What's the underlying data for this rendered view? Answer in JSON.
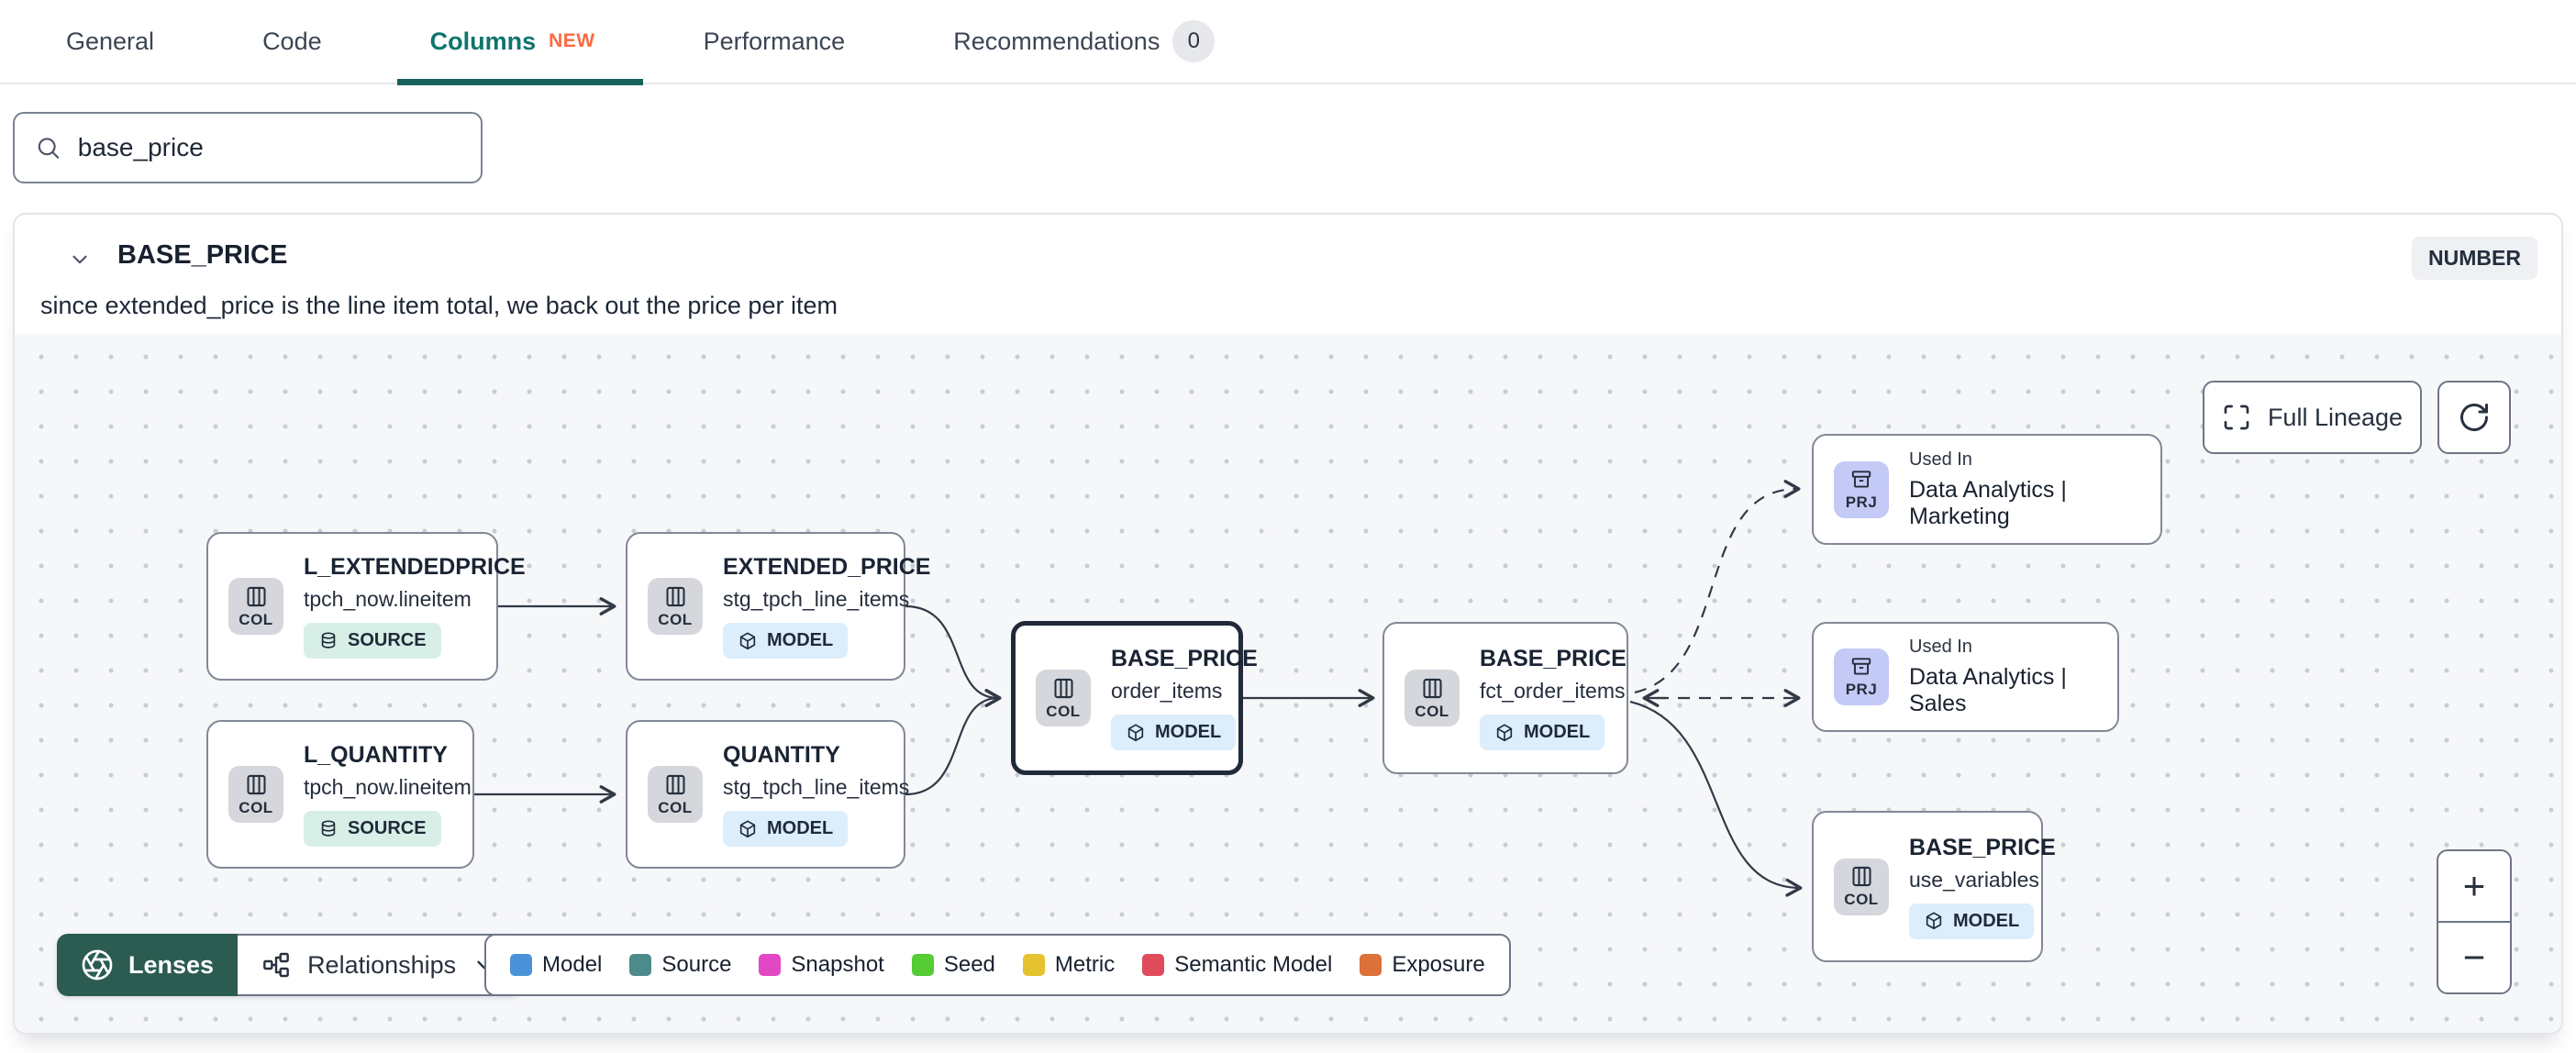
{
  "tabs": {
    "items": [
      {
        "label": "General"
      },
      {
        "label": "Code"
      },
      {
        "label": "Columns",
        "badge": "NEW",
        "active": true
      },
      {
        "label": "Performance"
      },
      {
        "label": "Recommendations",
        "count": "0"
      }
    ]
  },
  "search": {
    "value": "base_price"
  },
  "column_panel": {
    "title": "BASE_PRICE",
    "type_badge": "NUMBER",
    "description": "since extended_price is the line item total, we back out the price per item"
  },
  "lineage": {
    "controls": {
      "full_lineage": "Full Lineage",
      "zoom_in": "+",
      "zoom_out": "−",
      "lenses": "Lenses",
      "relationships": "Relationships"
    },
    "nodes": [
      {
        "kind": "COL",
        "title": "L_EXTENDEDPRICE",
        "subtitle": "tpch_now.lineitem",
        "badge": "SOURCE"
      },
      {
        "kind": "COL",
        "title": "EXTENDED_PRICE",
        "subtitle": "stg_tpch_line_items",
        "badge": "MODEL"
      },
      {
        "kind": "COL",
        "title": "L_QUANTITY",
        "subtitle": "tpch_now.lineitem",
        "badge": "SOURCE"
      },
      {
        "kind": "COL",
        "title": "QUANTITY",
        "subtitle": "stg_tpch_line_items",
        "badge": "MODEL"
      },
      {
        "kind": "COL",
        "title": "BASE_PRICE",
        "subtitle": "order_items",
        "badge": "MODEL",
        "selected": true
      },
      {
        "kind": "COL",
        "title": "BASE_PRICE",
        "subtitle": "fct_order_items",
        "badge": "MODEL"
      },
      {
        "kind": "PRJ",
        "label": "Used In",
        "title": "Data Analytics | Marketing"
      },
      {
        "kind": "PRJ",
        "label": "Used In",
        "title": "Data Analytics | Sales"
      },
      {
        "kind": "COL",
        "title": "BASE_PRICE",
        "subtitle": "use_variables",
        "badge": "MODEL"
      }
    ],
    "legend": [
      {
        "label": "Model",
        "color": "#4a92d8"
      },
      {
        "label": "Source",
        "color": "#4c8b8b"
      },
      {
        "label": "Snapshot",
        "color": "#e247c4"
      },
      {
        "label": "Seed",
        "color": "#55cb34"
      },
      {
        "label": "Metric",
        "color": "#e5c32e"
      },
      {
        "label": "Semantic Model",
        "color": "#e04b5b"
      },
      {
        "label": "Exposure",
        "color": "#dc7139"
      }
    ]
  },
  "theme": {
    "accent_teal": "#0e756c",
    "tab_underline": "#17635c",
    "lenses_green": "#2b5b51",
    "new_badge_orange": "#fb6a40"
  }
}
